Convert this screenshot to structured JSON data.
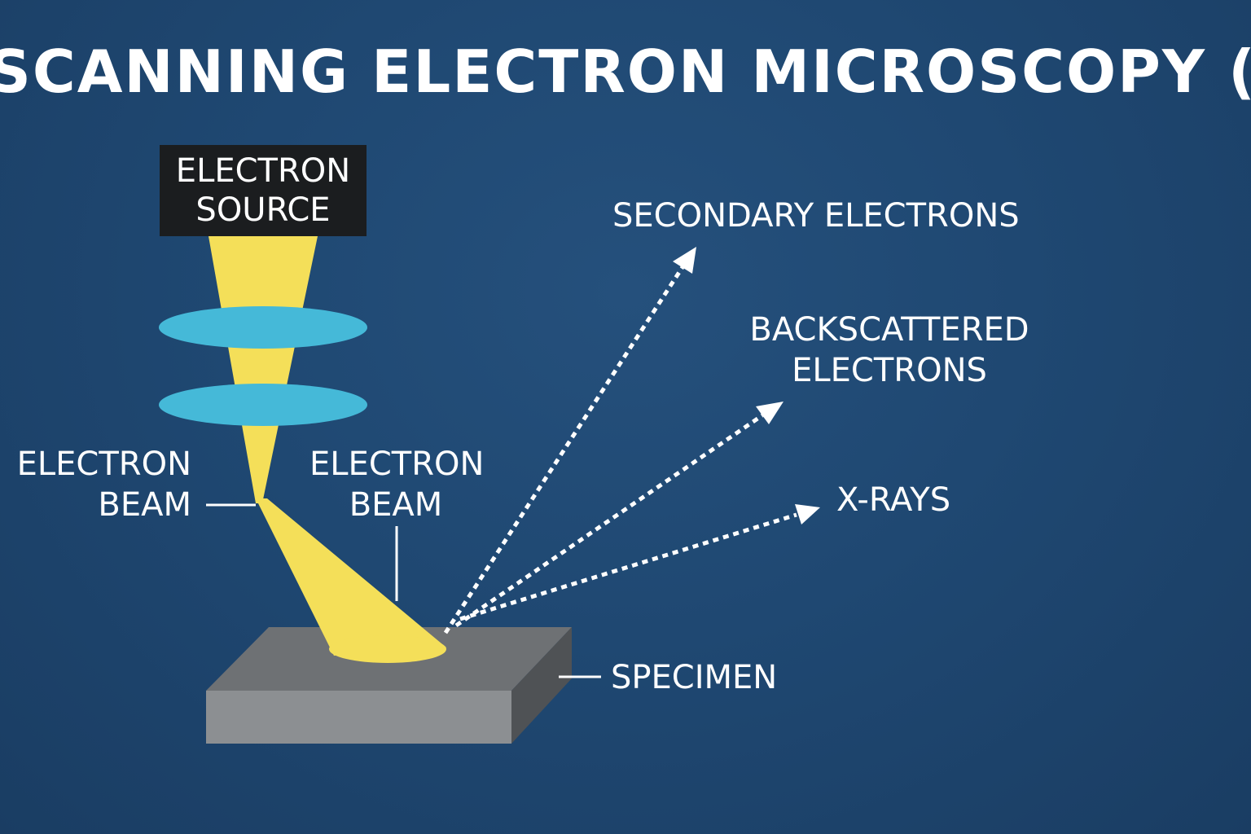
{
  "title": "SCANNING ELECTRON MICROSCOPY (SEM)",
  "source": {
    "line1": "ELECTRON",
    "line2": "SOURCE"
  },
  "labels": {
    "beam_left": {
      "line1": "ELECTRON",
      "line2": "BEAM"
    },
    "beam_right": {
      "line1": "ELECTRON",
      "line2": "BEAM"
    },
    "secondary": "SECONDARY ELECTRONS",
    "backscattered": {
      "line1": "BACKSCATTERED",
      "line2": "ELECTRONS"
    },
    "xrays": "X-RAYS",
    "specimen": "SPECIMEN"
  },
  "colors": {
    "background": "#1f4872",
    "beam": "#f4df59",
    "lens": "#45b9d8",
    "source_box": "#1b1d1f",
    "specimen_top": "#6e7174",
    "specimen_front": "#8a8d90",
    "specimen_side": "#4e5154",
    "arrows": "#ffffff"
  }
}
